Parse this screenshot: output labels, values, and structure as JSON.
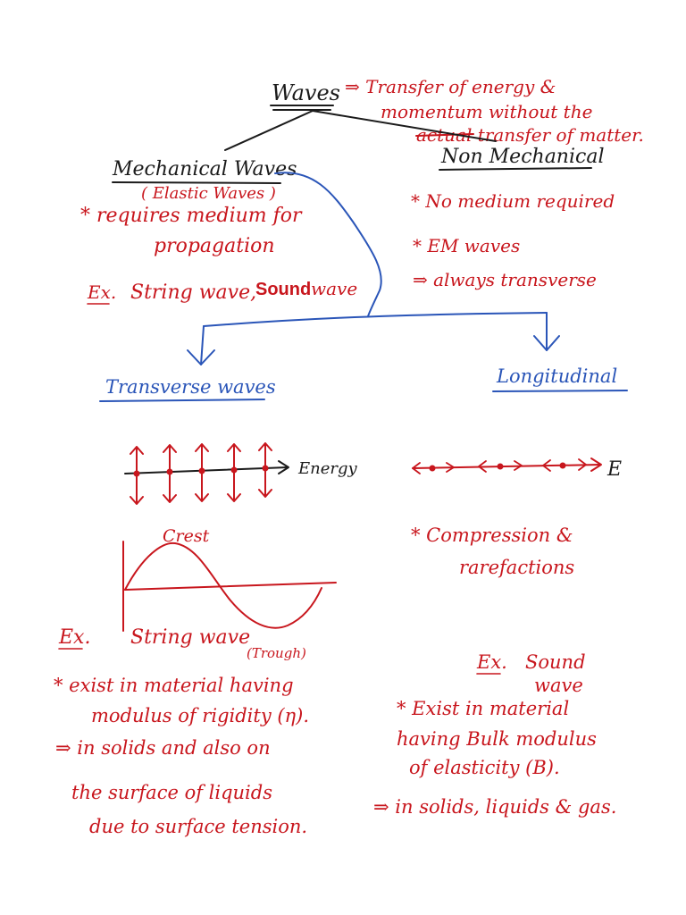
{
  "root": {
    "title": "Waves",
    "definition": [
      "⇒ Transfer of energy &",
      "momentum without the",
      "actual transfer of matter."
    ]
  },
  "mechanical": {
    "title": "Mechanical Waves",
    "subtitle": "( Elastic Waves )",
    "points": [
      "* requires medium for",
      "propagation"
    ],
    "example_prefix": "Ex.",
    "example_text": "String wave,",
    "example_emph": "Sound",
    "example_tail": "wave"
  },
  "non_mechanical": {
    "title": "Non Mechanical",
    "points": [
      "* No medium required",
      "* EM waves",
      "⇒ always transverse"
    ]
  },
  "transverse": {
    "title": "Transverse waves",
    "energy_label": "Energy",
    "crest_label": "Crest",
    "trough_label": "(Trough)",
    "example_prefix": "Ex.",
    "example_text": "String wave",
    "notes": [
      "* exist in material having",
      "modulus of rigidity (η).",
      "⇒ in solids and also on",
      "the surface of liquids",
      "due to surface tension."
    ]
  },
  "longitudinal": {
    "title": "Longitudinal",
    "energy_label": "E",
    "notes_top": [
      "* Compression &",
      "rarefactions"
    ],
    "example_prefix": "Ex.",
    "example_lines": [
      "Sound",
      "wave"
    ],
    "notes": [
      "* Exist in material",
      "having Bulk modulus",
      "of elasticity (B).",
      "⇒ in solids, liquids & gas."
    ]
  },
  "colors": {
    "ink_black": "#1b1b1b",
    "ink_red": "#c8161d",
    "ink_blue": "#2a55b8"
  }
}
